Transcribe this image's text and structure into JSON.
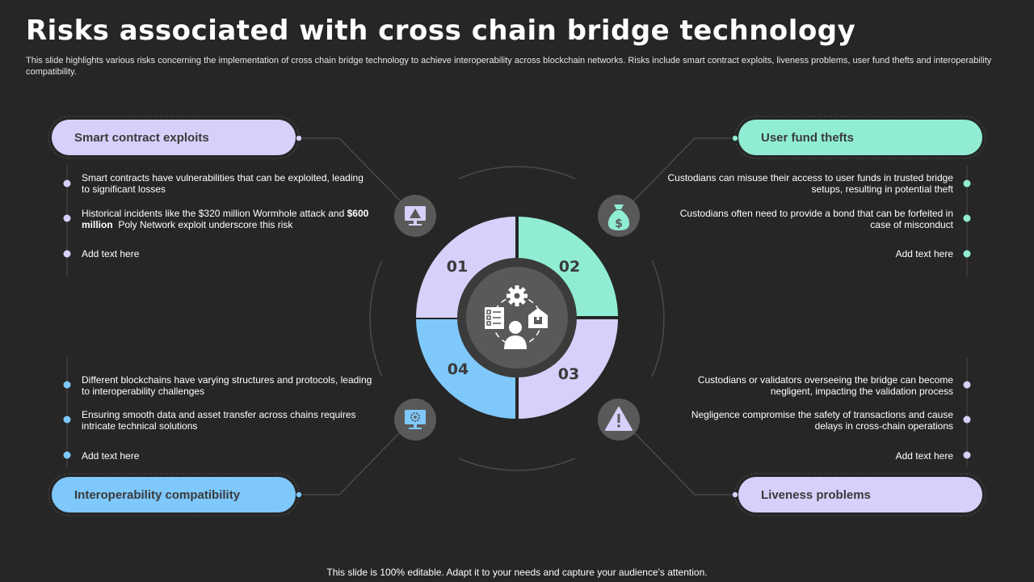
{
  "title": "Risks associated with cross chain bridge technology",
  "subtitle": "This slide highlights various risks concerning the implementation of cross chain bridge technology to achieve interoperability across blockchain networks. Risks include smart contract exploits, liveness problems, user fund thefts and interoperability compatibility.",
  "center": {
    "segments": [
      {
        "number": "01",
        "color": "#d5d1fb"
      },
      {
        "number": "02",
        "color": "#90edd3"
      },
      {
        "number": "03",
        "color": "#d5d1fb"
      },
      {
        "number": "04",
        "color": "#7ec8fb"
      }
    ],
    "hub_icon": "gear-checklist-user-box-icon"
  },
  "risks": [
    {
      "heading": "Smart contract exploits",
      "color": "#d5d1fb",
      "icon": "warning-monitor-icon",
      "bullet1": "Smart contracts have vulnerabilities that can be exploited, leading to significant losses",
      "bullet2_pre": "Historical incidents like the $320 million Wormhole attack and ",
      "bullet2_bold": "$600 million",
      "bullet2_post": "  Poly Network exploit underscore this risk",
      "bullet3": "Add text here"
    },
    {
      "heading": "User fund thefts",
      "color": "#90edd3",
      "icon": "money-bag-icon",
      "bullet1": "Custodians can misuse their access to user funds in trusted bridge setups, resulting in potential theft",
      "bullet2": "Custodians often need to provide a bond that can be forfeited in case of misconduct",
      "bullet3": "Add text here"
    },
    {
      "heading": "Interoperability compatibility",
      "color": "#7ec8fb",
      "icon": "settings-monitor-icon",
      "bullet1": "Different blockchains have varying structures and protocols, leading to interoperability challenges",
      "bullet2": "Ensuring smooth data and asset transfer across chains requires intricate technical solutions",
      "bullet3": "Add text here"
    },
    {
      "heading": "Liveness problems",
      "color": "#d5d1fb",
      "icon": "warning-triangle-icon",
      "bullet1": "Custodians or validators overseeing the bridge can become negligent, impacting the validation process",
      "bullet2": "Negligence compromise the safety of transactions and cause delays in cross-chain operations",
      "bullet3": "Add text here"
    }
  ],
  "footer": "This slide is 100% editable. Adapt it to your needs and capture your audience's attention."
}
